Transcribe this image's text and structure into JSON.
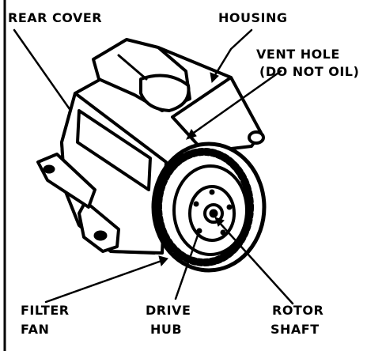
{
  "labels": {
    "rear_cover": "REAR COVER",
    "housing": "HOUSING",
    "vent_hole_line1": "VENT HOLE",
    "vent_hole_line2": "(DO NOT OIL)",
    "filter_fan_line1": "FILTER",
    "filter_fan_line2": "FAN",
    "drive_hub_line1": "DRIVE",
    "drive_hub_line2": "HUB",
    "rotor_shaft_line1": "ROTOR",
    "rotor_shaft_line2": "SHAFT"
  },
  "colors": {
    "ink": "#000000",
    "paper": "#ffffff"
  }
}
